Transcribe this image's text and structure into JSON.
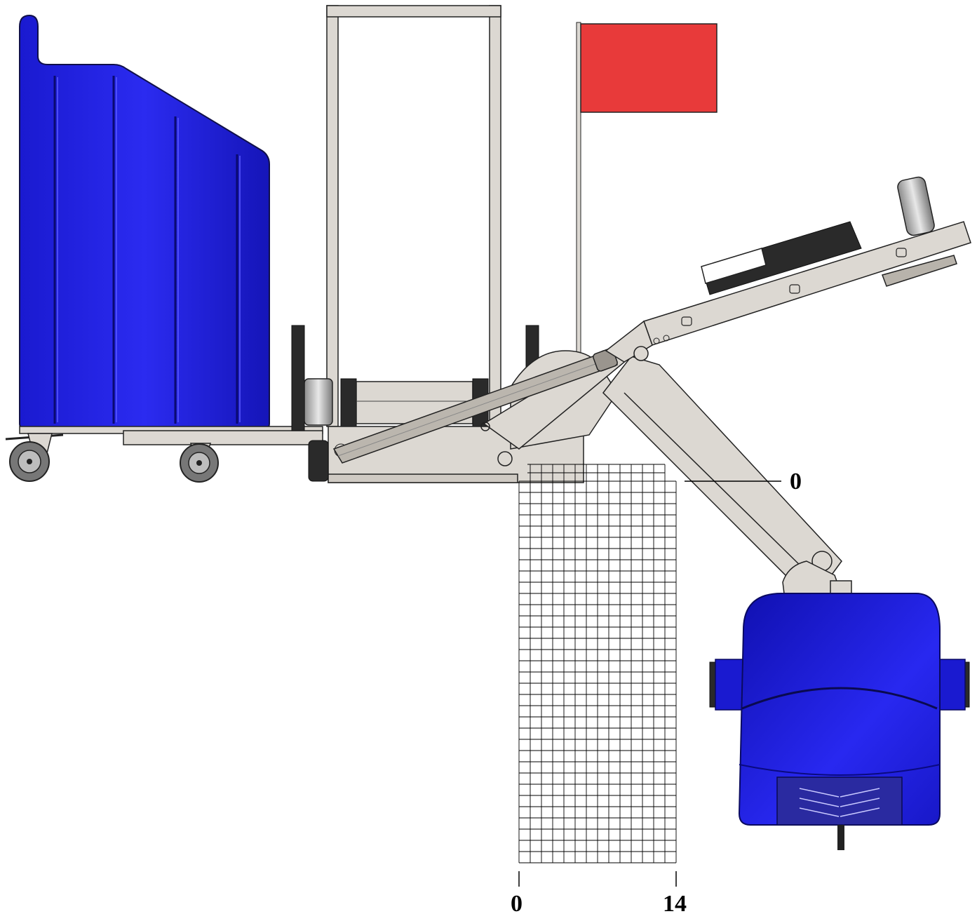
{
  "diagram": {
    "scale_labels": {
      "vertical_zero": "0",
      "horizontal_zero": "0",
      "horizontal_max": "14"
    },
    "grid": {
      "columns": 14
    },
    "colors": {
      "bin_blue": "#1c1ce0",
      "bin_shade": "#0a0a9a",
      "frame_gray": "#dcd8d2",
      "outline": "#222222",
      "flag_red": "#e83a3a",
      "dark_part": "#2a2a2a",
      "wheel_gray": "#8a8a8a"
    }
  }
}
